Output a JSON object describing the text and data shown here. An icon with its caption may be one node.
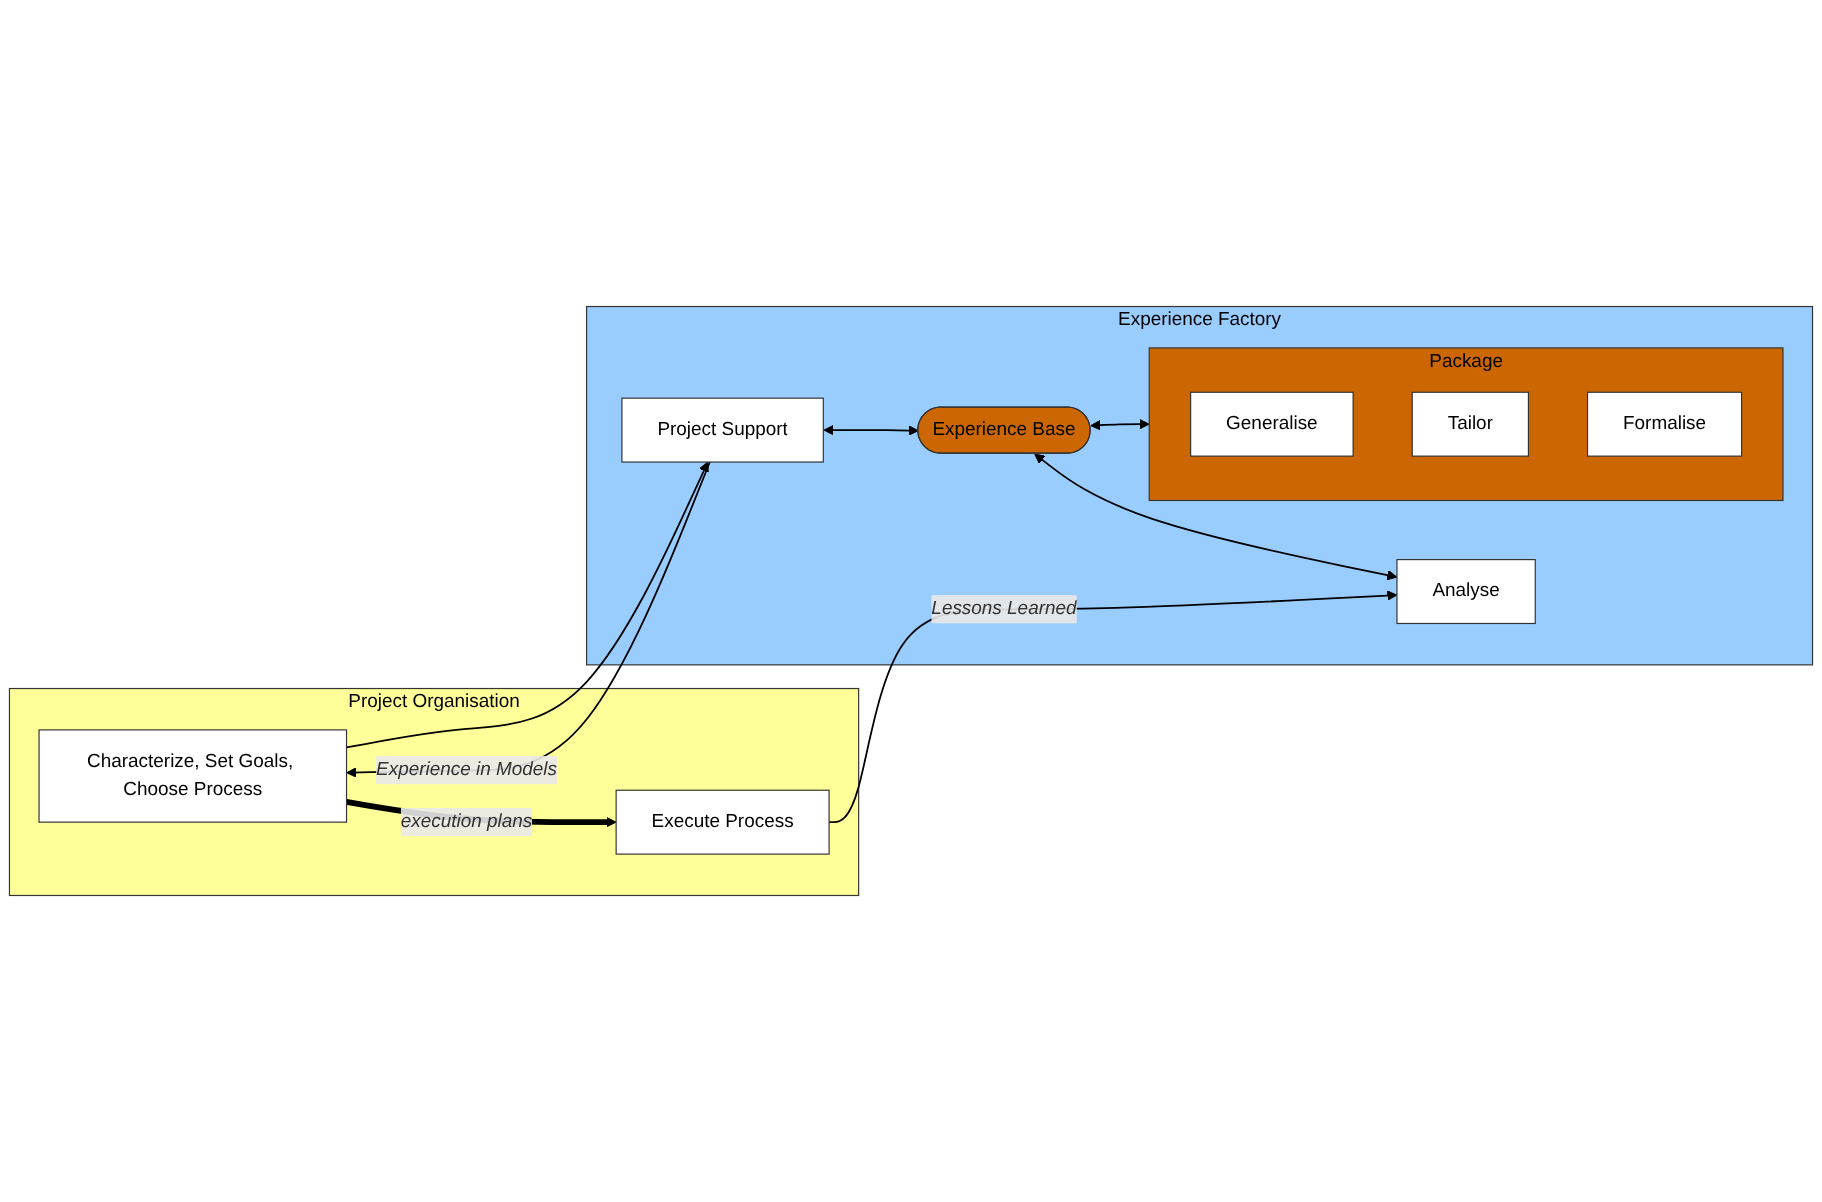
{
  "diagram": {
    "nodes": [
      {
        "text": [
          "Project Organisation"
        ]
      },
      {
        "text": [
          "Characterize, Set Goals, Choose Process"
        ],
        "in": 0
      },
      {
        "text": [
          "Execute Process"
        ],
        "in": 0
      },
      {
        "text": [
          "Experience Factory"
        ]
      },
      {
        "text": [
          "Project Support"
        ],
        "in": 3
      },
      {
        "text": [
          "Experience Base"
        ],
        "in": 3
      },
      {
        "text": [
          "Package"
        ],
        "in": 3
      },
      {
        "text": [
          "Generalise"
        ],
        "in": 6
      },
      {
        "text": [
          "Tailor"
        ],
        "in": 6
      },
      {
        "text": [
          "Formalise"
        ],
        "in": 6
      },
      {
        "text": [
          "Analyse"
        ],
        "in": 3
      }
    ],
    "edges": [
      {
        "from": 1,
        "to": 4,
        "arrow": "to"
      },
      {
        "from": 4,
        "to": 1,
        "arrow": "to",
        "label": "Experience in Models"
      },
      {
        "from": 1,
        "to": 2,
        "arrow": "to",
        "label": "execution plans",
        "style": "thick"
      },
      {
        "from": 4,
        "to": 5,
        "arrow": "both"
      },
      {
        "from": 5,
        "to": 6,
        "arrow": "both"
      },
      {
        "from": 5,
        "to": 10,
        "arrow": "both"
      },
      {
        "from": 2,
        "to": 10,
        "arrow": "to",
        "label": "Lessons Learned"
      }
    ]
  }
}
